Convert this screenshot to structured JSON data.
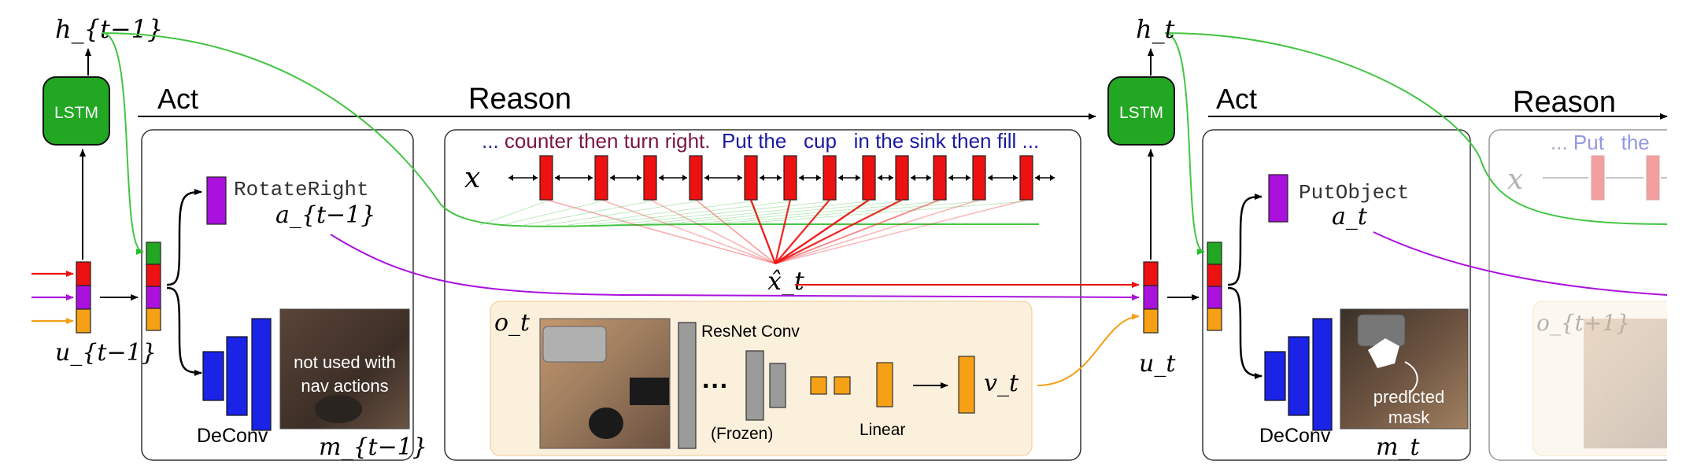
{
  "colors": {
    "lstm_green": "#22a722",
    "token_red": "#ee1111",
    "action_purple": "#aa11dd",
    "vision_orange": "#f5a015",
    "deconv_blue": "#1a23e6",
    "panel_cream": "#fbf0dc",
    "text_maroon": "#7a1746",
    "text_navy": "#1a1aa0",
    "resnet_gray": "#9b9b9b"
  },
  "labels": {
    "h_prev": "h_{t−1}",
    "h_curr": "h_t",
    "lstm": "LSTM",
    "act": "Act",
    "reason": "Reason",
    "u_prev": "u_{t−1}",
    "u_curr": "u_t",
    "x": "x",
    "x_hat": "x̂_t",
    "o_t": "o_t",
    "o_next": "o_{t+1}",
    "v_t": "v_t",
    "a_prev": "a_{t−1}",
    "a_curr": "a_t",
    "m_prev": "m_{t−1}",
    "m_curr": "m_t",
    "action_prev": "RotateRight",
    "action_curr": "PutObject",
    "deconv": "DeConv",
    "resnet": "ResNet Conv",
    "frozen": "(Frozen)",
    "linear": "Linear",
    "ellipsis": "···",
    "not_used_1": "not used with",
    "not_used_2": "nav actions",
    "predicted_1": "predicted",
    "predicted_2": "mask"
  },
  "instruction": [
    {
      "text": "... ",
      "color": "#1a1aa0"
    },
    {
      "text": "counter then turn right.",
      "color": "#7a1746"
    },
    {
      "text": "  Put the   cup   in the sink then fill ...",
      "color": "#1a1aa0"
    }
  ],
  "instruction_next": [
    {
      "text": "... ",
      "color": "#8a8ab8"
    },
    {
      "text": "Put   the",
      "color": "#6f78d8"
    }
  ]
}
